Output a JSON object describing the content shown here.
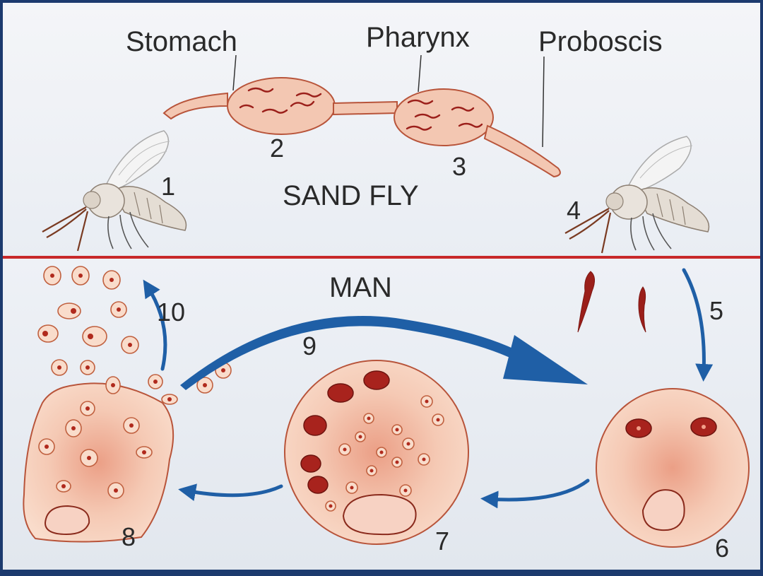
{
  "labels": {
    "stomach": "Stomach",
    "pharynx": "Pharynx",
    "proboscis": "Proboscis",
    "sand_fly": "SAND FLY",
    "man": "MAN"
  },
  "steps": [
    "1",
    "2",
    "3",
    "4",
    "5",
    "6",
    "7",
    "8",
    "9",
    "10"
  ],
  "colors": {
    "frame": "#1c3a6e",
    "divider": "#c8282a",
    "arrow": "#1f5fa6",
    "cell_fill": "#f6cdb8",
    "cell_stroke": "#b8543a",
    "nucleus": "#a8231d",
    "promastigote": "#9b1f1a"
  }
}
